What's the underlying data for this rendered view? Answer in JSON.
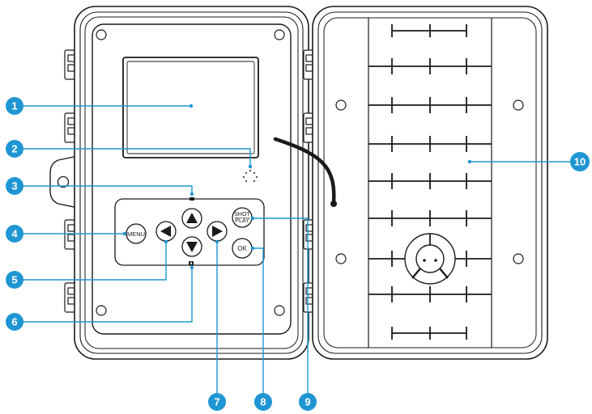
{
  "buttons": {
    "menu": "MENU",
    "shot_line1": "SHOT",
    "shot_line2": "PLAY",
    "ok": "OK"
  },
  "callouts": [
    "1",
    "2",
    "3",
    "4",
    "5",
    "6",
    "7",
    "8",
    "9",
    "10"
  ],
  "colors": {
    "callout": "#1f96d3",
    "line": "#1a1a1a"
  }
}
